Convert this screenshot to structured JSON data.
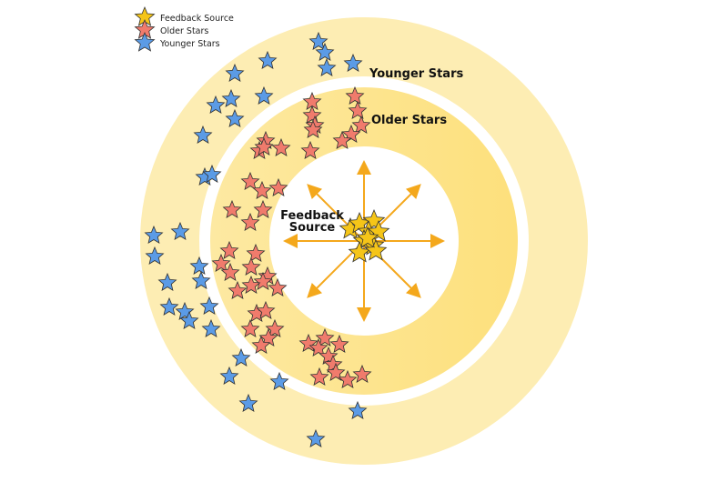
{
  "legend": {
    "items": [
      {
        "label": "Feedback Source",
        "color": "#f5c518"
      },
      {
        "label": "Older Stars",
        "color": "#f07b6c"
      },
      {
        "label": "Younger Stars",
        "color": "#5b9be6"
      }
    ]
  },
  "labels": {
    "younger": "Younger Stars",
    "older": "Older Stars",
    "feedback_line1": "Feedback",
    "feedback_line2": "Source"
  },
  "colors": {
    "outer_ring": "#fdedb3",
    "inner_ring": "#fde38a",
    "arrow": "#f4a81c"
  }
}
